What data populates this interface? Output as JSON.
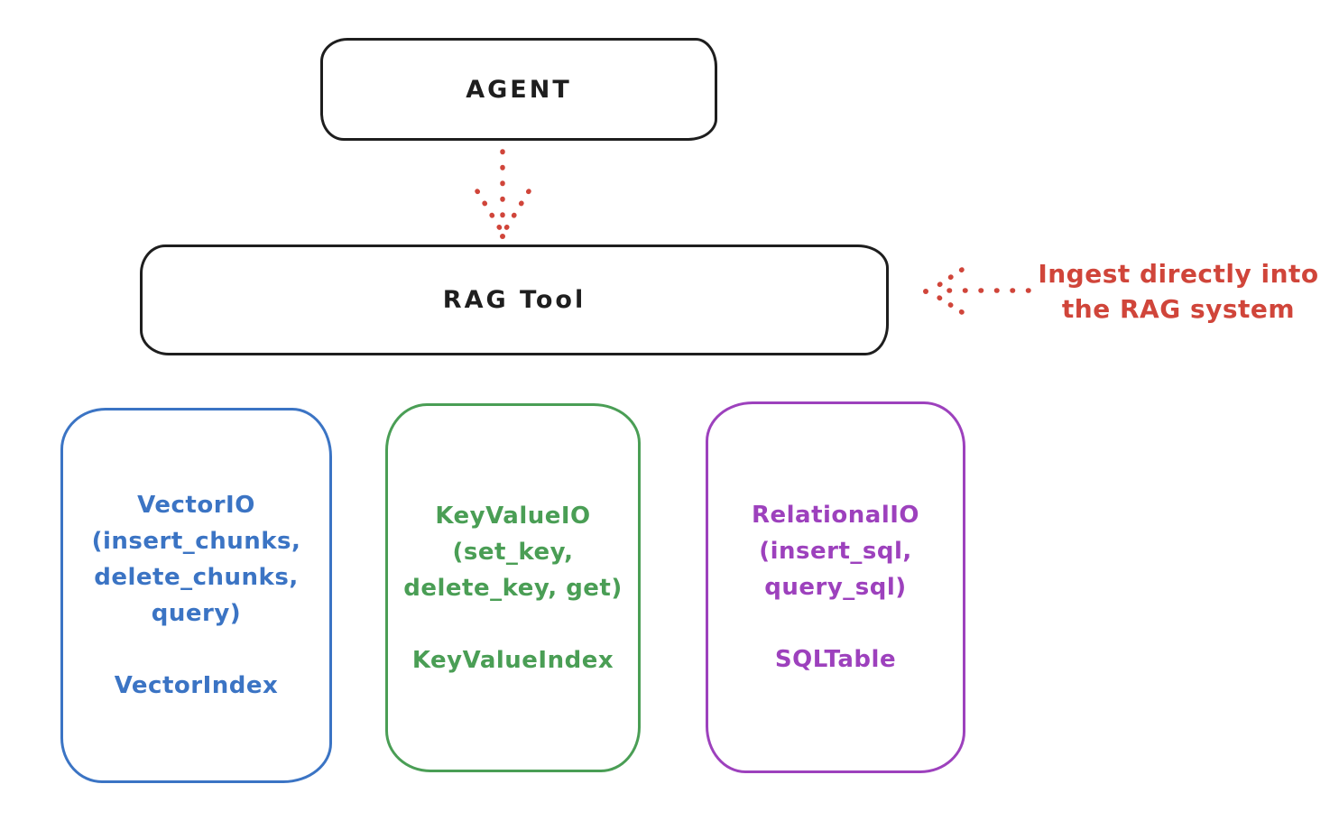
{
  "agent": {
    "label": "AGENT"
  },
  "rag_tool": {
    "label": "RAG Tool"
  },
  "annotation": {
    "line1": "Ingest directly into",
    "line2": "the RAG system"
  },
  "stores": [
    {
      "id": "vector-io",
      "lines": [
        "VectorIO",
        "(insert_chunks,",
        "delete_chunks,",
        "query)"
      ],
      "footer": "VectorIndex",
      "color": "#3b74c4"
    },
    {
      "id": "keyvalue-io",
      "lines": [
        "KeyValueIO",
        "(set_key,",
        "delete_key, get)"
      ],
      "footer": "KeyValueIndex",
      "color": "#4a9e55"
    },
    {
      "id": "relational-io",
      "lines": [
        "RelationalIO",
        "(insert_sql,",
        "query_sql)"
      ],
      "footer": "SQLTable",
      "color": "#9d41bd"
    }
  ],
  "colors": {
    "ink": "#1e1e1e",
    "red": "#d0453a",
    "blue": "#3b74c4",
    "green": "#4a9e55",
    "purple": "#9d41bd",
    "background": "#ffffff"
  }
}
